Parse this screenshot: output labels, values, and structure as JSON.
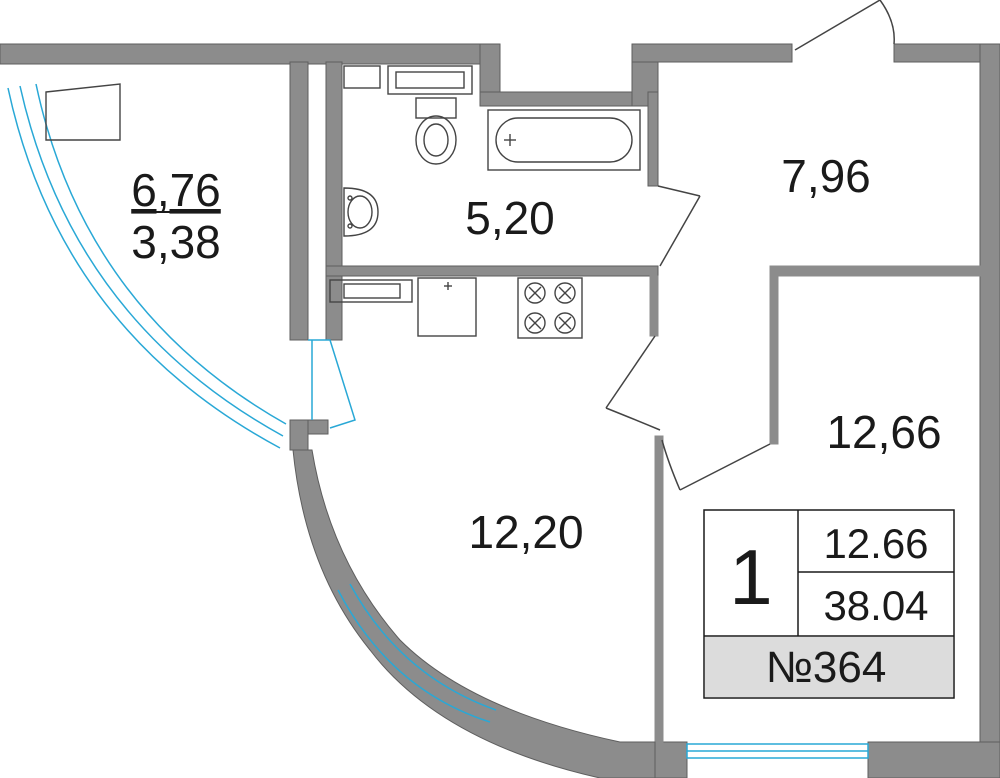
{
  "rooms": {
    "balcony": {
      "area_full": "6,76",
      "area_half": "3,38"
    },
    "bathroom": {
      "area": "5,20"
    },
    "hallway": {
      "area": "7,96"
    },
    "bedroom": {
      "area": "12,66"
    },
    "kitchen": {
      "area": "12,20"
    }
  },
  "info_box": {
    "rooms_count": "1",
    "living_area": "12.66",
    "total_area": "38.04",
    "apartment_number": "№364"
  },
  "colors": {
    "wall": "#8c8c8c",
    "window": "#29a8d6",
    "fixture": "#444444",
    "label_bg": "#dcdcdc"
  }
}
